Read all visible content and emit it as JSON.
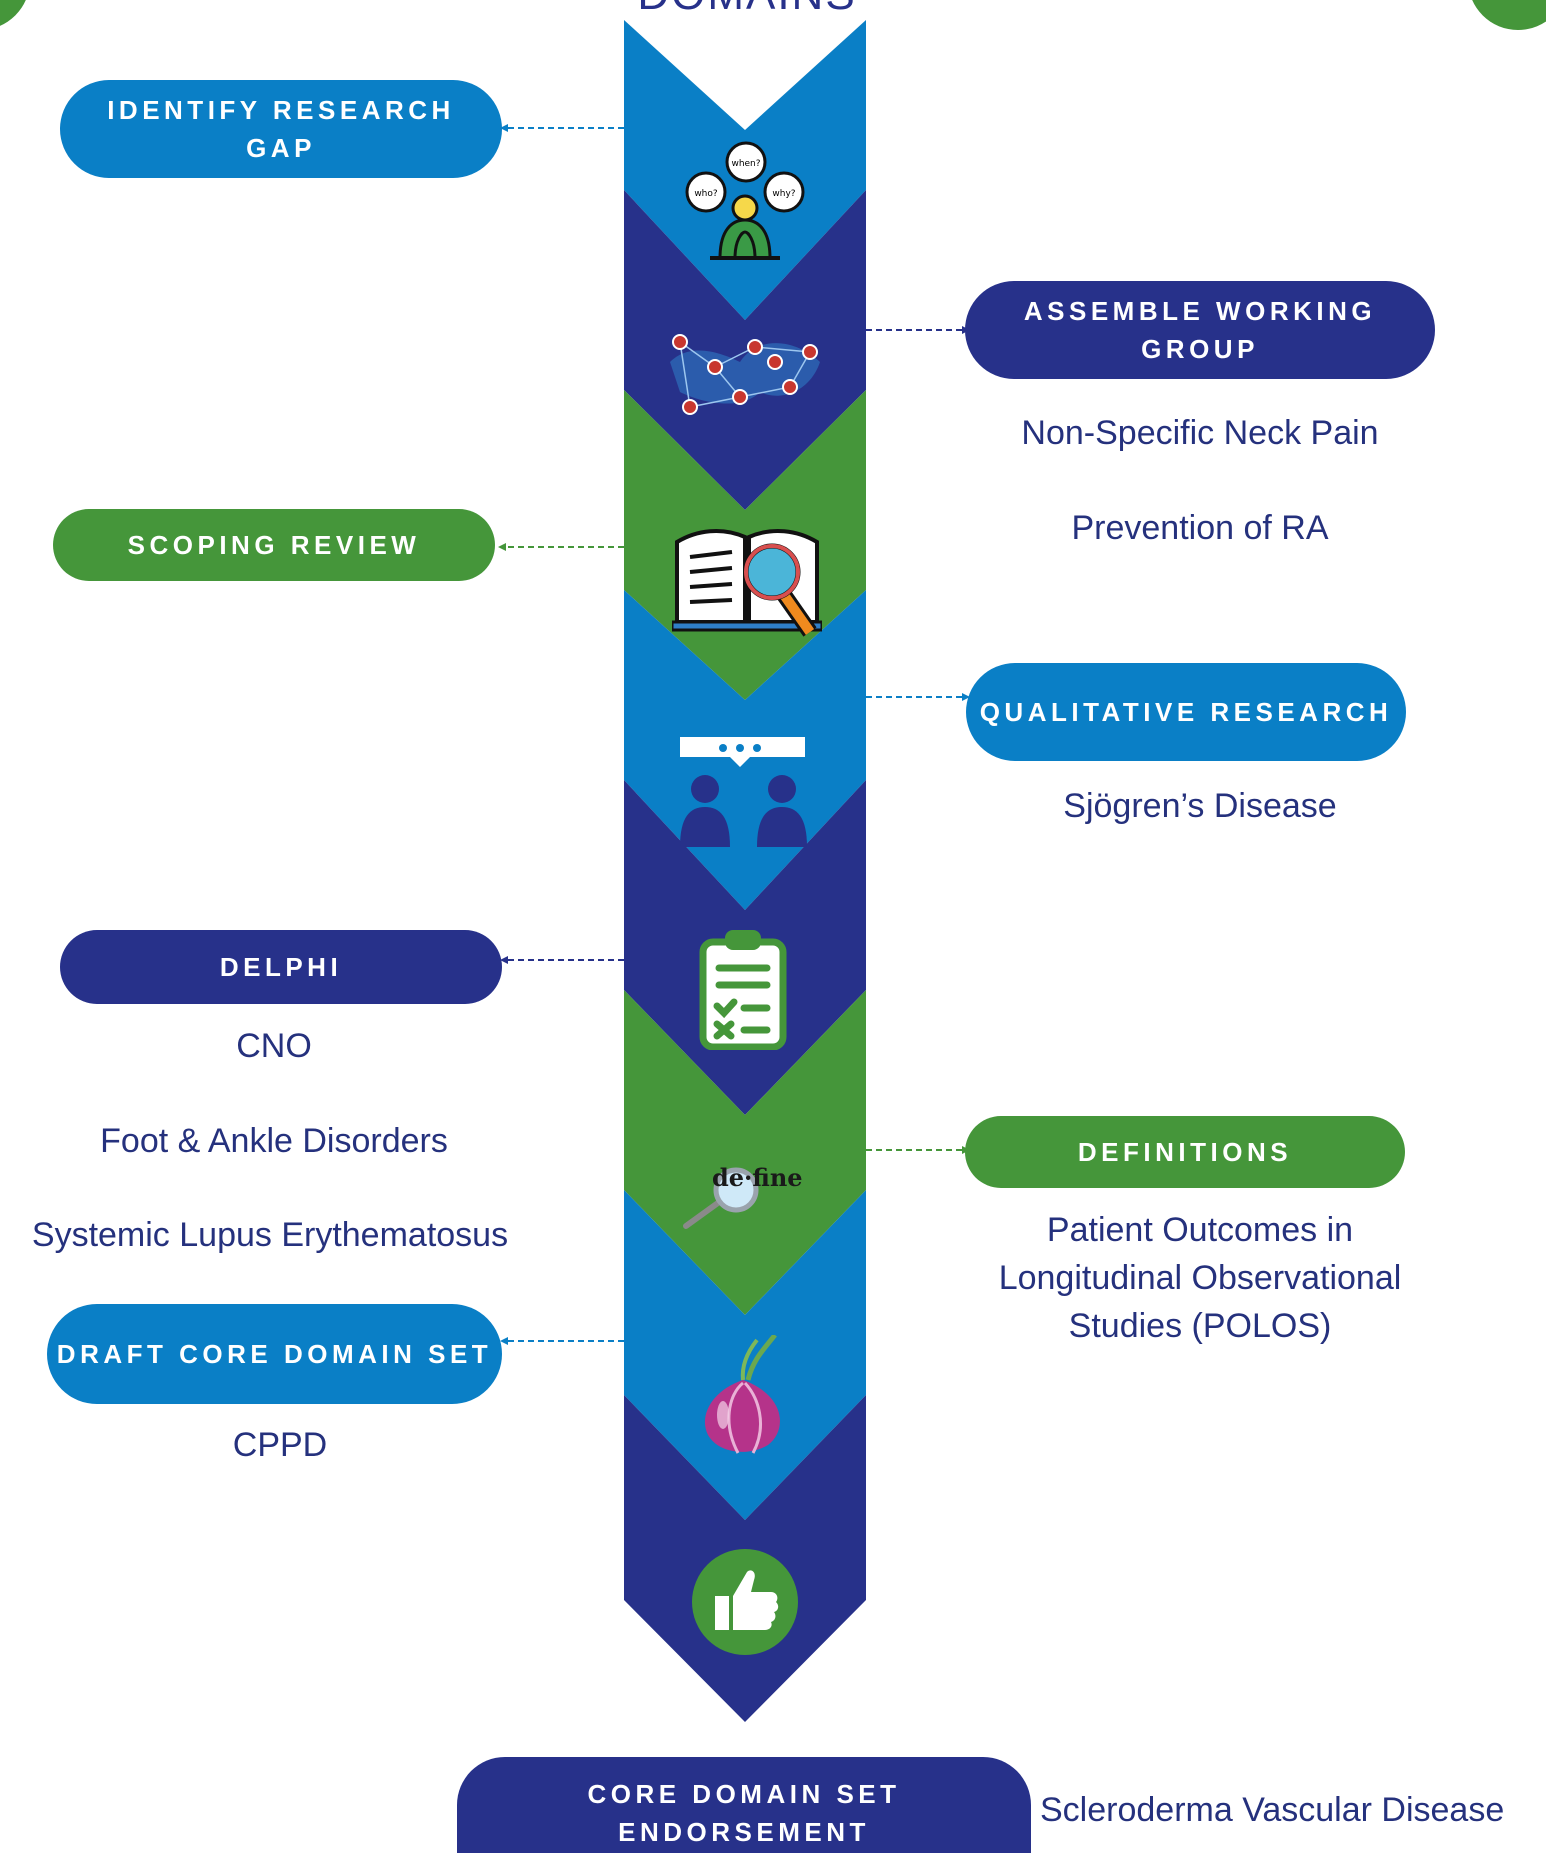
{
  "header": {
    "title_fragment": "DOMAINS"
  },
  "colors": {
    "light_blue": "#0a7fc6",
    "navy": "#27318a",
    "green": "#45963a",
    "label_text": "#25317d"
  },
  "steps": [
    {
      "label": "IDENTIFY RESEARCH GAP",
      "color": "light_blue",
      "side": "left",
      "icon": "questions-person-icon",
      "examples": []
    },
    {
      "label": "ASSEMBLE WORKING GROUP",
      "color": "navy",
      "side": "right",
      "icon": "global-network-icon",
      "examples": [
        "Non-Specific Neck Pain",
        "Prevention of RA"
      ]
    },
    {
      "label": "SCOPING REVIEW",
      "color": "green",
      "side": "left",
      "icon": "book-magnifier-icon",
      "examples": []
    },
    {
      "label": "QUALITATIVE RESEARCH",
      "color": "light_blue",
      "side": "right",
      "icon": "interview-icon",
      "examples": [
        "Sjögren’s Disease"
      ]
    },
    {
      "label": "DELPHI",
      "color": "navy",
      "side": "left",
      "icon": "checklist-icon",
      "examples": [
        "CNO",
        "Foot & Ankle Disorders",
        "Systemic Lupus Erythematosus"
      ]
    },
    {
      "label": "DEFINITIONS",
      "color": "green",
      "side": "right",
      "icon": "define-magnifier-icon",
      "icon_text": "de·fine",
      "examples": [
        "Patient Outcomes in Longitudinal Observational Studies (POLOS)"
      ]
    },
    {
      "label": "DRAFT CORE DOMAIN SET",
      "color": "light_blue",
      "side": "left",
      "icon": "onion-icon",
      "examples": [
        "CPPD"
      ]
    },
    {
      "label": "CORE DOMAIN SET ENDORSEMENT",
      "color": "navy",
      "side": "bottom",
      "icon": "thumbs-up-icon",
      "examples": [
        "Scleroderma Vascular Disease"
      ]
    }
  ]
}
